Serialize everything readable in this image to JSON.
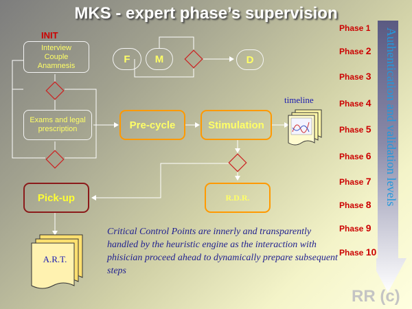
{
  "title": "MKS - expert phase’s supervision",
  "init_label": "INIT",
  "nodes": {
    "interview": [
      "Interview",
      "Couple",
      "Anamnesis"
    ],
    "exams": [
      "Exams and legal",
      "prescription"
    ],
    "father": "F",
    "mother": "M",
    "donor": "D",
    "precycle": "Pre-cycle",
    "stimulation": "Stimulation",
    "pickup": "Pick-up",
    "rdr": "R.D.R.",
    "art": "A.R.T.",
    "timeline": "timeline"
  },
  "note": "Critical Control Points are innerly and transparently handled by the heuristic engine as the interaction with phisician proceed ahead to dynamically prepare subsequent steps",
  "phases": [
    {
      "label": "Phase",
      "num": "1"
    },
    {
      "label": "Phase",
      "num": "2"
    },
    {
      "label": "Phase",
      "num": "3"
    },
    {
      "label": "Phase",
      "num": "4"
    },
    {
      "label": "Phase",
      "num": "5"
    },
    {
      "label": "Phase",
      "num": "6"
    },
    {
      "label": "Phase",
      "num": "7"
    },
    {
      "label": "Phase",
      "num": "8"
    },
    {
      "label": "Phase",
      "num": "9"
    },
    {
      "label": "Phase",
      "num": "10"
    }
  ],
  "vertical_label": "Authentication and validation levels",
  "copyright": "RR (c)",
  "colors": {
    "node_text": "#ffff66",
    "orange_border": "#ff9900",
    "diamond": "#cc2222",
    "phase_text": "#cc0000",
    "note_text": "#1f1f8f"
  }
}
